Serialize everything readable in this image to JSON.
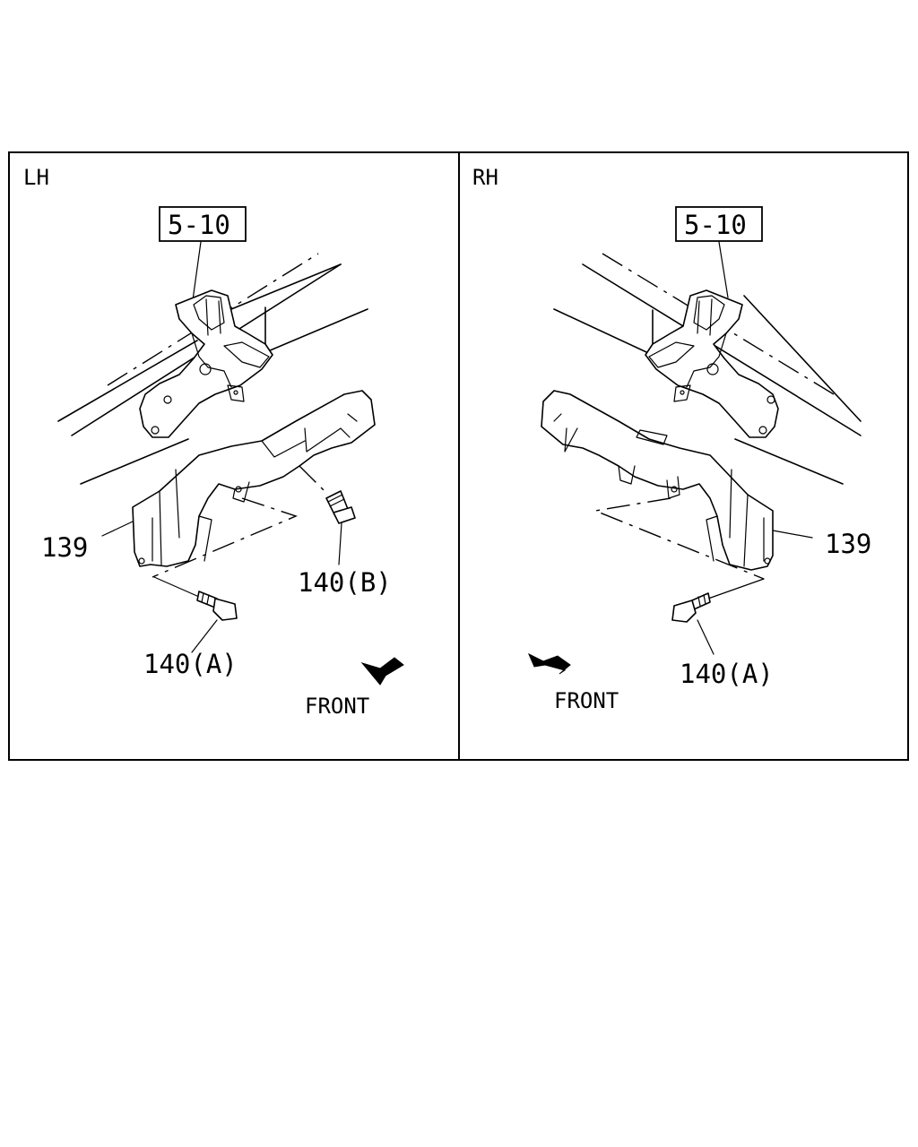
{
  "panels": [
    {
      "side": "LH",
      "reference": "5-10",
      "parts": {
        "cover": "139",
        "bolt_a": "140(A)",
        "bolt_b": "140(B)"
      },
      "direction": "FRONT"
    },
    {
      "side": "RH",
      "reference": "5-10",
      "parts": {
        "cover": "139",
        "bolt_a": "140(A)"
      },
      "direction": "FRONT"
    }
  ]
}
